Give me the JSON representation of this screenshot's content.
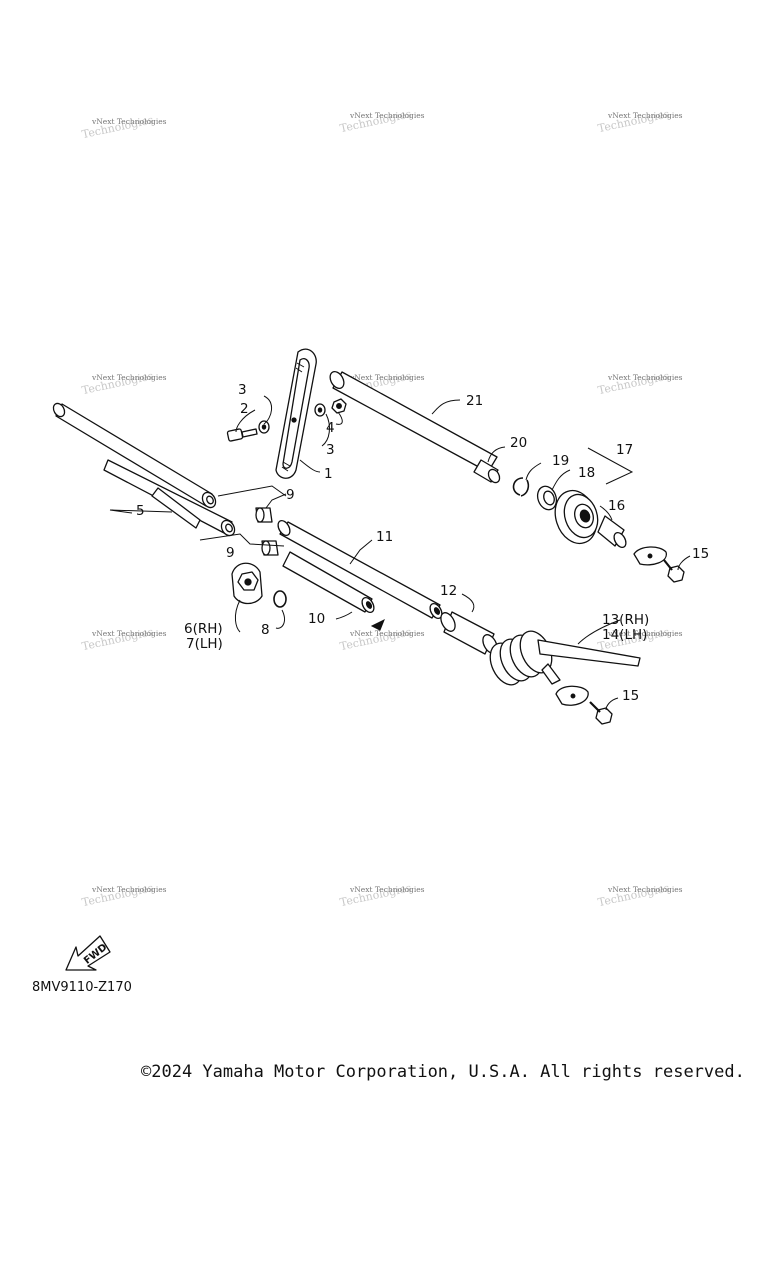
{
  "labels": {
    "l1": "1",
    "l2": "2",
    "l3a": "3",
    "l3b": "3",
    "l4": "4",
    "l5": "5",
    "l6": "6(RH)",
    "l7": "7(LH)",
    "l8": "8",
    "l9a": "9",
    "l9b": "9",
    "l10": "10",
    "l11": "11",
    "l12": "12",
    "l13": "13(RH)",
    "l14": "14(LH)",
    "l15a": "15",
    "l15b": "15",
    "l16": "16",
    "l17": "17",
    "l18": "18",
    "l19": "19",
    "l20": "20",
    "l21": "21"
  },
  "fwd_label": "FWD",
  "diagram_code": "8MV9110-Z170",
  "copyright": "©2024 Yamaha Motor Corporation, U.S.A. All rights reserved.",
  "watermark": {
    "line1": "vNext Technologies",
    "line2": "Technologies"
  }
}
